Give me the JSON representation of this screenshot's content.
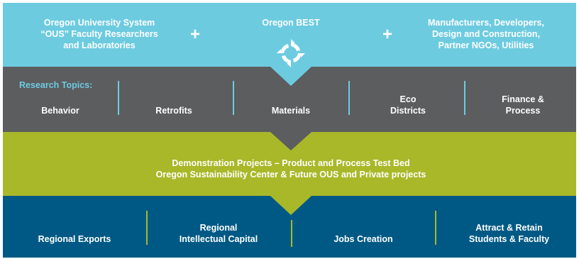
{
  "top": {
    "left_text": "Oregon University System\n“OUS” Faculty Researchers\nand Laboratories",
    "center_text": "Oregon BEST",
    "right_text": "Manufacturers, Developers,\nDesign and Construction,\nPartner NGOs, Utilities",
    "plus_symbol": "+",
    "logo_icon": "oregon-best-logo-icon"
  },
  "research": {
    "label": "Research Topics:",
    "topics": [
      "Behavior",
      "Retrofits",
      "Materials",
      "Eco\nDistricts",
      "Finance &\nProcess"
    ]
  },
  "demo": {
    "line1": "Demonstration Projects – Product and Process Test Bed",
    "line2": "Oregon Sustainability Center & Future OUS and Private projects"
  },
  "outcomes": {
    "items": [
      "Regional Exports",
      "Regional\nIntellectual Capital",
      "Jobs Creation",
      "Attract & Retain\nStudents & Faculty"
    ]
  },
  "colors": {
    "top_band": "#6dcbe0",
    "research_band": "#5c5d5f",
    "demo_band": "#a9b829",
    "outcomes_band": "#005984"
  }
}
